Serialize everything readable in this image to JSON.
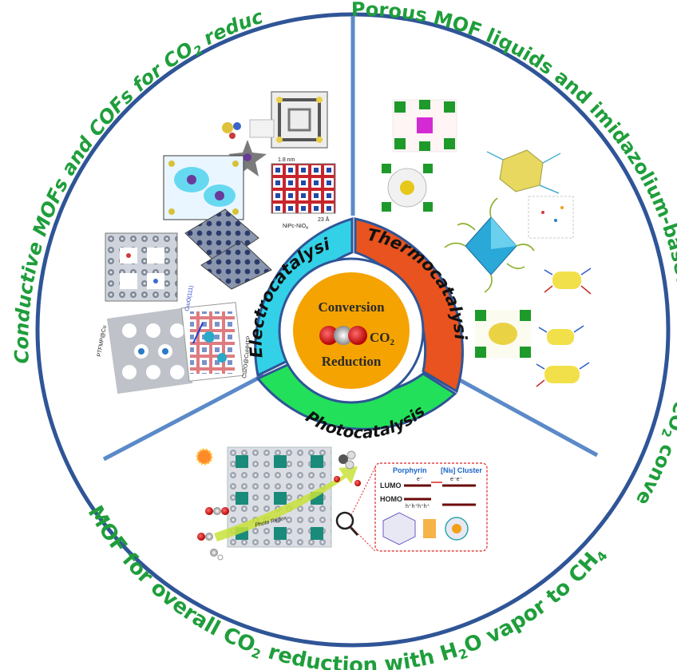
{
  "outer_labels": {
    "top_left": "Conductive MOFs and COFs for CO",
    "top_left_sub": "2",
    "top_left_tail": " reduction",
    "top_right": "Porous MOF liquids and imidazolium-based MOFs for CO",
    "top_right_sub": "2",
    "top_right_tail": " conversion",
    "bottom": "MOF for overall  CO",
    "bottom_sub1": "2",
    "bottom_mid": " reduction with H",
    "bottom_sub2": "2",
    "bottom_mid2": "O vapor to CH",
    "bottom_sub3": "4"
  },
  "ring_segments": {
    "electro": "Electrocatalysis",
    "thermo": "Thermocatalysis",
    "photo": "Photocatalysis"
  },
  "center": {
    "top": "Conversion",
    "molecule": "CO",
    "molecule_sub": "2",
    "bottom": "Reduction"
  },
  "inset_labels": {
    "nipc": "NiPc-NiO",
    "nipc_sub": "4",
    "cu2o": "Cu",
    "cu2o_sub": "2",
    "cu2o_tail": "O(111)",
    "cuhhtp": "Cu2O@CuHHTP",
    "ptfmp": "PTFMP@Cu",
    "dim1": "1.8 nm",
    "dim2": "23 Å",
    "porphyrin": "Porphyrin",
    "cluster": "[Ni",
    "cluster_sub": "8",
    "cluster_tail": "] Cluster",
    "lumo": "LUMO",
    "homo": "HOMO",
    "photo_redox": "Photo Redox",
    "electrons": "e⁻e⁻",
    "electron": "e⁻",
    "holes": "h⁺h⁺h⁺h⁺"
  },
  "colors": {
    "ring_border": "#2f5597",
    "divider": "#5b8ac9",
    "electro": "#33d1e8",
    "thermo": "#e8531f",
    "photo": "#22e05a",
    "center": "#f5a300",
    "label_green": "#1f9e3b"
  }
}
